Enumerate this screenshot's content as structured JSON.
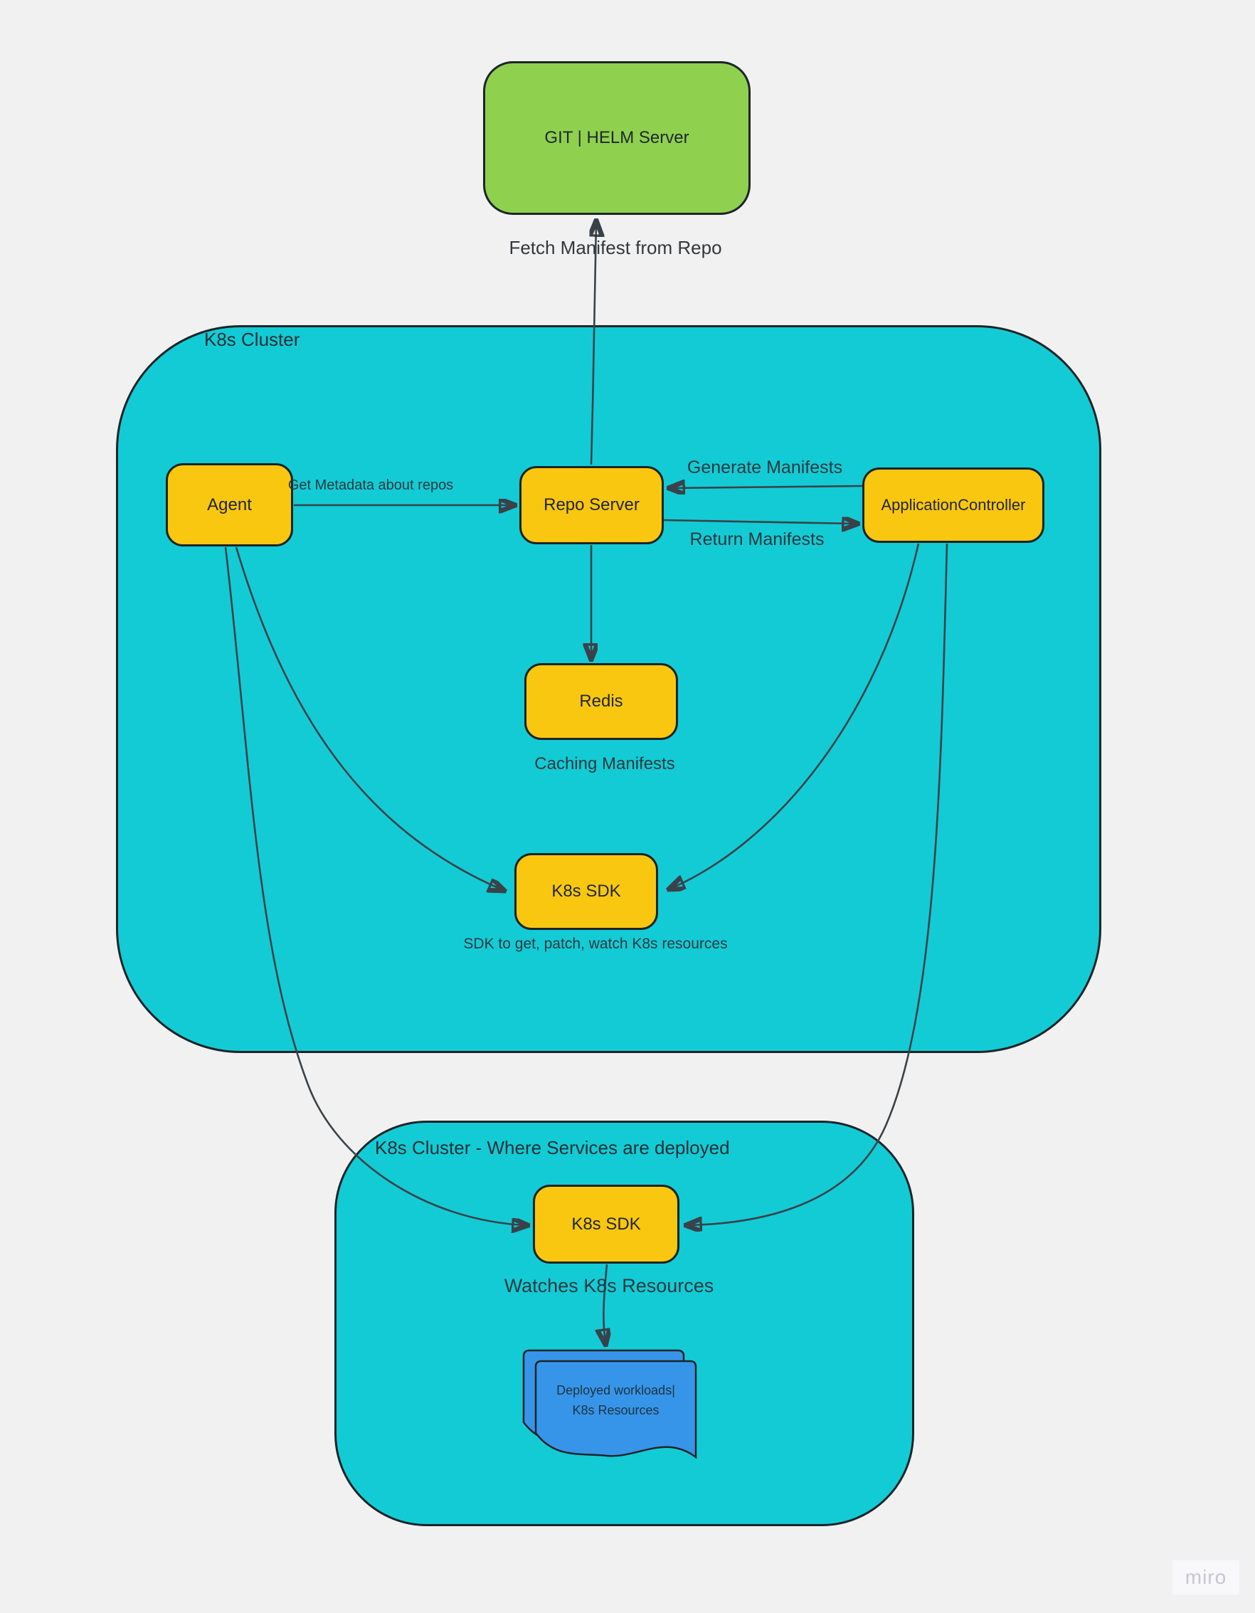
{
  "diagram_title": "ArgoCD-style K8s architecture diagram",
  "watermark": "miro",
  "colors": {
    "background": "#f2f1f1",
    "cluster_fill": "#13cbd4",
    "node_fill": "#fac710",
    "git_fill": "#8fd14f",
    "document_fill": "#3795e9",
    "stroke": "#1d2429",
    "edge_stroke": "#39424a",
    "watermark_text": "#c7c5d2"
  },
  "clusters": {
    "main": {
      "label": "K8s Cluster"
    },
    "deploy": {
      "label": "K8s Cluster - Where Services are deployed"
    }
  },
  "nodes": {
    "git_helm": {
      "label": "GIT | HELM Server"
    },
    "agent": {
      "label": "Agent"
    },
    "repo_server": {
      "label": "Repo Server"
    },
    "application_controller": {
      "label": "ApplicationController"
    },
    "redis": {
      "label": "Redis"
    },
    "k8s_sdk_1": {
      "label": "K8s SDK"
    },
    "k8s_sdk_2": {
      "label": "K8s SDK"
    },
    "deployed_workloads": {
      "line1": "Deployed workloads|",
      "line2": "K8s Resources"
    }
  },
  "edge_labels": {
    "fetch_manifest": "Fetch Manifest from Repo",
    "get_metadata": "Get Metadata about repos",
    "generate_manifests": "Generate Manifests",
    "return_manifests": "Return Manifests",
    "caching_manifests": "Caching Manifests",
    "sdk_description": "SDK to get, patch, watch K8s resources",
    "watches_resources": "Watches K8s Resources"
  },
  "edges": [
    {
      "from": "repo_server",
      "to": "git_helm",
      "label": "Fetch Manifest from Repo"
    },
    {
      "from": "agent",
      "to": "repo_server",
      "label": "Get Metadata about repos"
    },
    {
      "from": "application_controller",
      "to": "repo_server",
      "label": "Generate Manifests"
    },
    {
      "from": "repo_server",
      "to": "application_controller",
      "label": "Return Manifests"
    },
    {
      "from": "repo_server",
      "to": "redis",
      "label": "Caching Manifests"
    },
    {
      "from": "agent",
      "to": "k8s_sdk_1",
      "label": ""
    },
    {
      "from": "application_controller",
      "to": "k8s_sdk_1",
      "label": ""
    },
    {
      "from": "agent",
      "to": "k8s_sdk_2",
      "label": ""
    },
    {
      "from": "application_controller",
      "to": "k8s_sdk_2",
      "label": ""
    },
    {
      "from": "k8s_sdk_2",
      "to": "deployed_workloads",
      "label": "Watches K8s Resources"
    }
  ]
}
